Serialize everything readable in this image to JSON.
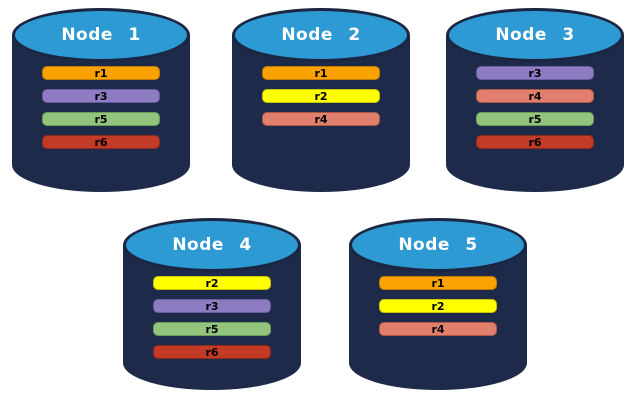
{
  "diagram": {
    "background": "#FFFFFF",
    "cylinder": {
      "top_fill": "#2E9AD3",
      "outline": "#1B2742",
      "body_fill": "#1E2A4A",
      "title_color": "#FFFFFF"
    },
    "replica_colors": {
      "r1": {
        "fill": "#F9A201",
        "border": "#C07C00"
      },
      "r2": {
        "fill": "#FFFF00",
        "border": "#C9C400"
      },
      "r3": {
        "fill": "#8E7CC3",
        "border": "#6A5A9E"
      },
      "r4": {
        "fill": "#E0806C",
        "border": "#B05848"
      },
      "r5": {
        "fill": "#93C47D",
        "border": "#6E9C5B"
      },
      "r6": {
        "fill": "#C23B27",
        "border": "#8F2A1A"
      }
    },
    "nodes": [
      {
        "label": "Node 1",
        "replicas": [
          "r1",
          "r3",
          "r5",
          "r6"
        ]
      },
      {
        "label": "Node 2",
        "replicas": [
          "r1",
          "r2",
          "r4"
        ]
      },
      {
        "label": "Node 3",
        "replicas": [
          "r3",
          "r4",
          "r5",
          "r6"
        ]
      },
      {
        "label": "Node 4",
        "replicas": [
          "r2",
          "r3",
          "r5",
          "r6"
        ]
      },
      {
        "label": "Node 5",
        "replicas": [
          "r1",
          "r2",
          "r4"
        ]
      }
    ]
  }
}
